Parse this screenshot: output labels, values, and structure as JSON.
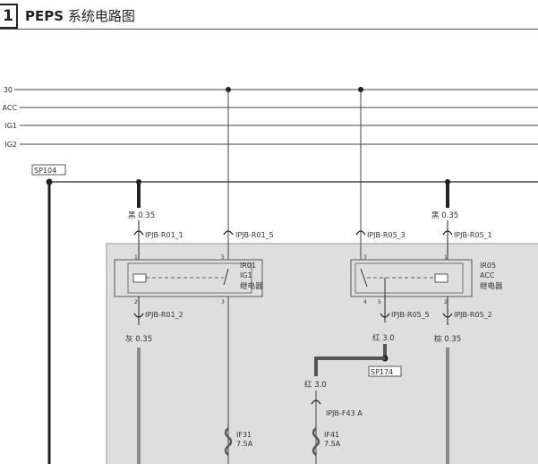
{
  "header": {
    "section_number": "1",
    "title_bold": "PEPS",
    "title_rest": "系统电路图"
  },
  "bus_lines": [
    "30",
    "ACC",
    "IG1",
    "IG2"
  ],
  "splices": {
    "left": "SP104",
    "mid": "SP174"
  },
  "relay_ir01": {
    "id": "IR01",
    "circuit": "IG1",
    "name": "继电器",
    "pin_top_left": "1",
    "pin_top_right": "5",
    "pin_bot_left": "2",
    "pin_bot_right": "3"
  },
  "relay_ir05": {
    "id": "IR05",
    "circuit": "ACC",
    "name": "继电器",
    "pin_top_left": "3",
    "pin_top_right": "1",
    "pin_bot_left": "4",
    "pin_bot_mid": "5",
    "pin_bot_right": "2"
  },
  "connectors": {
    "r01_1": "IPJB-R01_1",
    "r01_5": "IPJB-R01_5",
    "r01_2": "IPJB-R01_2",
    "r05_3": "IPJB-R05_3",
    "r05_1": "IPJB-R05_1",
    "r05_5": "IPJB-R05_5",
    "r05_2": "IPJB-R05_2",
    "f43a": "IPJB-F43 A"
  },
  "wires": {
    "w1": "黑 0.35",
    "w2": "灰 0.35",
    "w3": "黑 0.35",
    "w4": "红 3.0",
    "w5": "棕 0.35",
    "w6": "红 3.0"
  },
  "fuses": {
    "if31_id": "IF31",
    "if31_rating": "7.5A",
    "if41_id": "IF41",
    "if41_rating": "7.5A"
  },
  "colors": {
    "wire_dark": "#222222",
    "wire_thick_grey": "#8a8a8a",
    "box_fill": "#dedede",
    "box_stroke": "#9a9a9a"
  }
}
